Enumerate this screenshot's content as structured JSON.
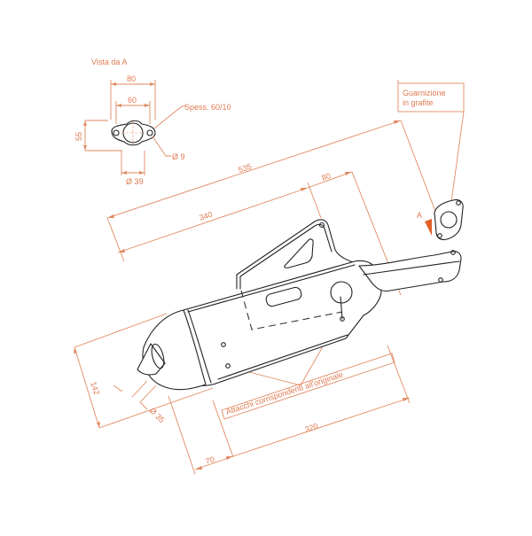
{
  "drawing": {
    "colors": {
      "dimension": "#e08a62",
      "text": "#e07a50",
      "outline": "#222222",
      "arrow_A": "#e0602a"
    },
    "view_label": "Vista da A",
    "flange_view": {
      "width_outer": "80",
      "width_inner": "60",
      "height": "55",
      "bore": "Ø 39",
      "hole": "Ø 9",
      "thickness_note": "Spess. 60/10"
    },
    "gasket_note_line1": "Guarnizione",
    "gasket_note_line2": "in grafite",
    "view_arrow_label": "A",
    "dimensions": {
      "overall_length": "535",
      "body_length": "340",
      "bracket_offset": "80",
      "height": "142",
      "outlet_diameter": "Ø 35",
      "tail_offset": "70",
      "mount_span": "320"
    },
    "mount_note": "Attacchi corrispondenti all'originale"
  }
}
